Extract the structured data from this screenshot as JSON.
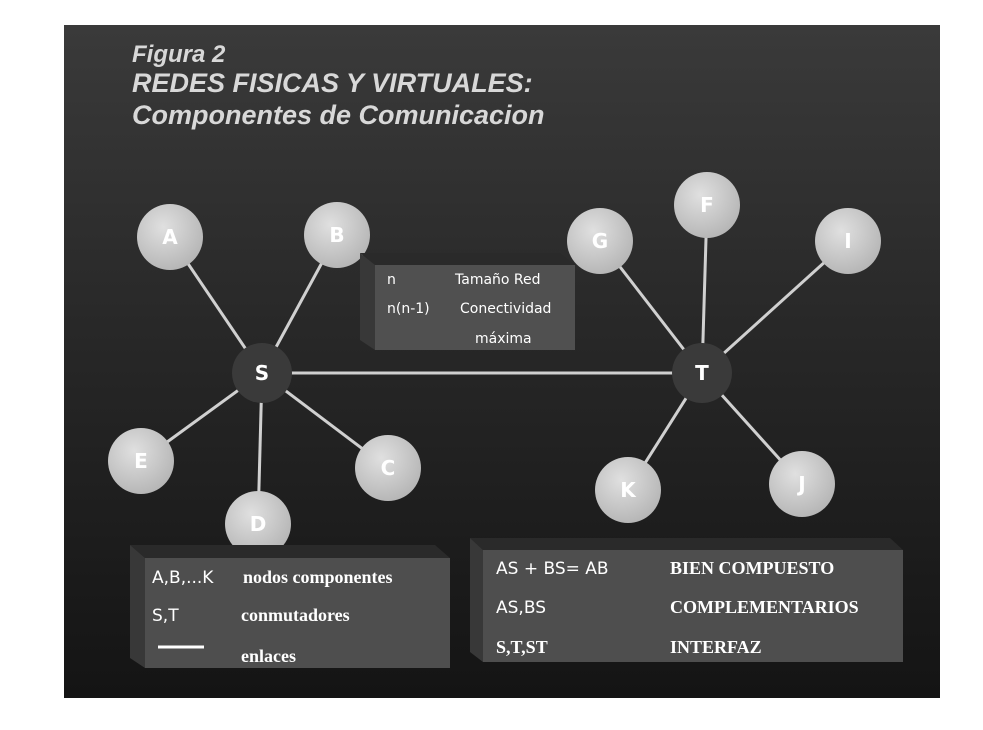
{
  "title": {
    "line1": "Figura 2",
    "line2": "REDES FISICAS Y VIRTUALES:",
    "line3": "Componentes de Comunicacion"
  },
  "nodes": {
    "A": "A",
    "B": "B",
    "C": "C",
    "D": "D",
    "E": "E",
    "F": "F",
    "G": "G",
    "I": "I",
    "J": "J",
    "K": "K",
    "S": "S",
    "T": "T"
  },
  "info_box": {
    "row1_symbol": "n",
    "row1_text": "Tamaño Red",
    "row2_symbol": "n(n-1)",
    "row2_text": "Conectividad",
    "row2_text_cont": "máxima"
  },
  "legend_left": {
    "row1_symbol": "A,B,...K",
    "row1_text": "nodos componentes",
    "row2_symbol": "S,T",
    "row2_text": "conmutadores",
    "row3_text": "enlaces"
  },
  "legend_right": {
    "row1_symbol": "AS + BS= AB",
    "row1_text": "BIEN COMPUESTO",
    "row2_symbol": "AS,BS",
    "row2_text": "COMPLEMENTARIOS",
    "row3_symbol": "S,T,ST",
    "row3_text": "INTERFAZ"
  },
  "colors": {
    "leaf": "#c8c8c8",
    "switch": "#3a3a3a",
    "link": "#d0d0d0"
  }
}
